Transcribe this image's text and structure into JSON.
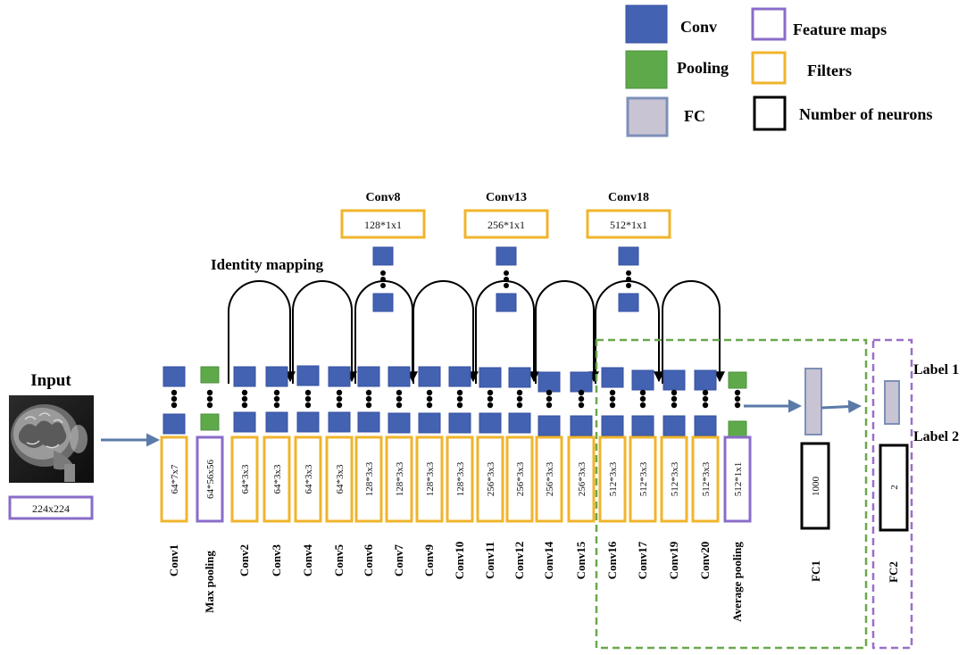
{
  "colors": {
    "conv": "#4362b2",
    "pooling": "#5eaa4a",
    "fc": "#c9c4d3",
    "feature_maps": "#8a6cc9",
    "filters": "#f0b42c",
    "neurons": "#000000",
    "dashed_green": "#6aa84f",
    "dashed_purple": "#9b6fc7",
    "arrow": "#5a7aa8"
  },
  "legend": {
    "conv": "Conv",
    "pooling": "Pooling",
    "fc": "FC",
    "feature_maps": "Feature maps",
    "filters": "Filters",
    "neurons": "Number of neurons"
  },
  "input": {
    "title": "Input",
    "size": "224x224",
    "image_icon": "mri-brain-slice"
  },
  "identity_label": "Identity mapping",
  "shortcut_convs": [
    {
      "name": "Conv8",
      "filter": "128*1x1"
    },
    {
      "name": "Conv13",
      "filter": "256*1x1"
    },
    {
      "name": "Conv18",
      "filter": "512*1x1"
    }
  ],
  "layers": [
    {
      "name": "Conv1",
      "filter": "64*7x7",
      "kind": "conv"
    },
    {
      "name": "Max pooling",
      "filter": "64*56x56",
      "kind": "pool"
    },
    {
      "name": "Conv2",
      "filter": "64*3x3",
      "kind": "conv"
    },
    {
      "name": "Conv3",
      "filter": "64*3x3",
      "kind": "conv"
    },
    {
      "name": "Conv4",
      "filter": "64*3x3",
      "kind": "conv"
    },
    {
      "name": "Conv5",
      "filter": "64*3x3",
      "kind": "conv"
    },
    {
      "name": "Conv6",
      "filter": "128*3x3",
      "kind": "conv"
    },
    {
      "name": "Conv7",
      "filter": "128*3x3",
      "kind": "conv"
    },
    {
      "name": "Conv9",
      "filter": "128*3x3",
      "kind": "conv"
    },
    {
      "name": "Conv10",
      "filter": "128*3x3",
      "kind": "conv"
    },
    {
      "name": "Conv11",
      "filter": "256*3x3",
      "kind": "conv"
    },
    {
      "name": "Conv12",
      "filter": "256*3x3",
      "kind": "conv"
    },
    {
      "name": "Conv14",
      "filter": "256*3x3",
      "kind": "conv"
    },
    {
      "name": "Conv15",
      "filter": "256*3x3",
      "kind": "conv"
    },
    {
      "name": "Conv16",
      "filter": "512*3x3",
      "kind": "conv"
    },
    {
      "name": "Conv17",
      "filter": "512*3x3",
      "kind": "conv"
    },
    {
      "name": "Conv19",
      "filter": "512*3x3",
      "kind": "conv"
    },
    {
      "name": "Conv20",
      "filter": "512*3x3",
      "kind": "conv"
    },
    {
      "name": "Average pooling",
      "filter": "512*1x1",
      "kind": "pool"
    }
  ],
  "fc1": {
    "name": "FC1",
    "neurons": "1000"
  },
  "fc2": {
    "name": "FC2",
    "neurons": "2"
  },
  "labels": {
    "label1": "Label 1",
    "label2": "Label 2"
  }
}
